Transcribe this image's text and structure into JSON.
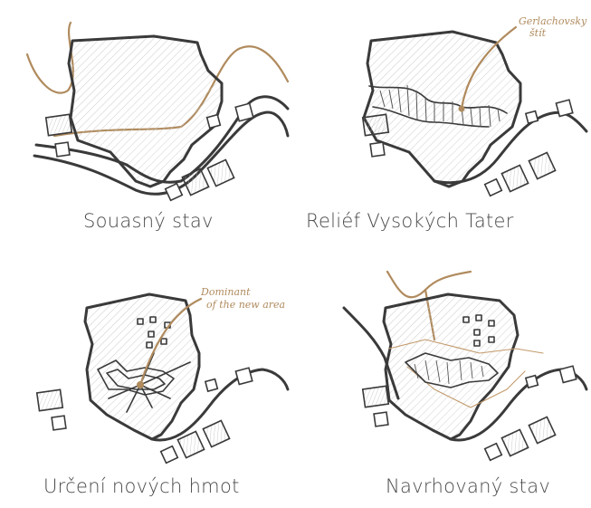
{
  "panels": [
    {
      "caption": "Souasný stav"
    },
    {
      "caption": "Reliéf Vysokých Tater",
      "annotation_line1": "Gerlachovsky",
      "annotation_line2": "štít"
    },
    {
      "caption": "Určení nových hmot",
      "annotation_line1": "Dominant",
      "annotation_line2": "of the new area"
    },
    {
      "caption": "Navrhovaný stav"
    }
  ],
  "colors": {
    "ink": "#3a3a3a",
    "accent": "#b08b5e",
    "caption": "#4a4a4a"
  }
}
